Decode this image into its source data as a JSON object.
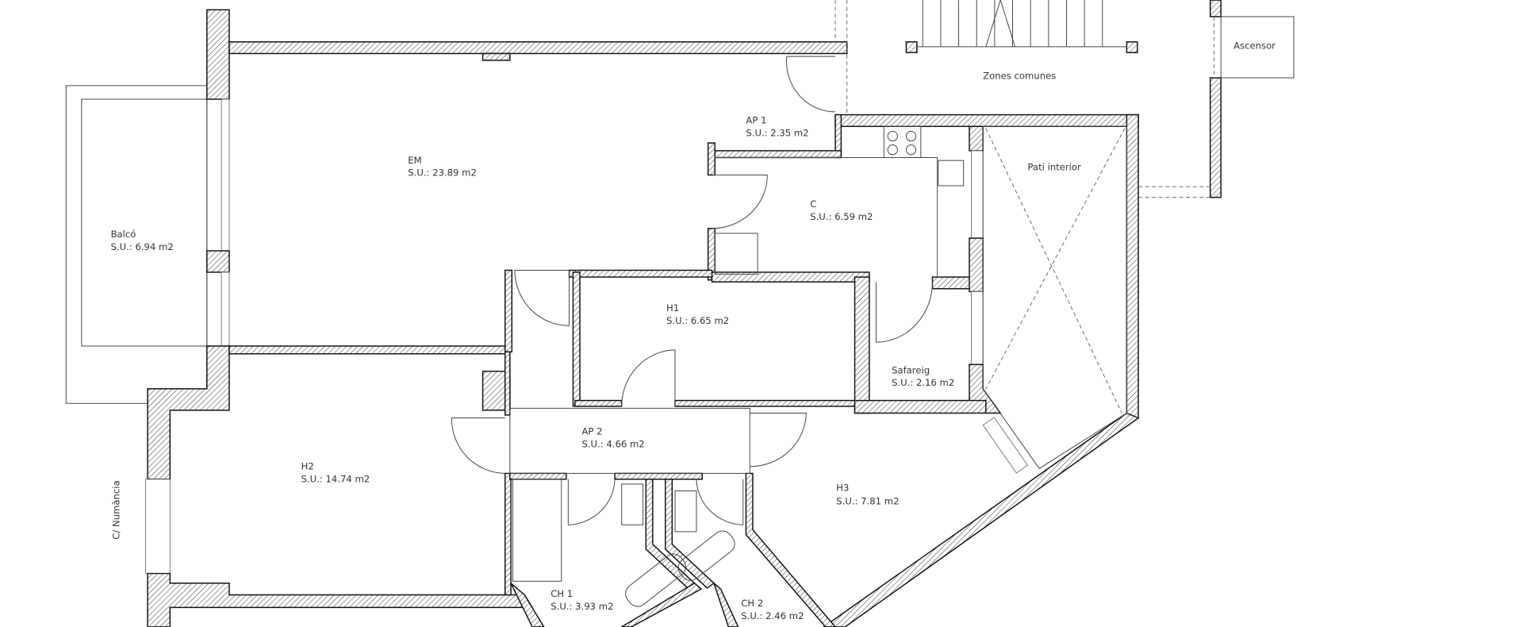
{
  "plan": {
    "rooms": [
      {
        "id": "em",
        "name": "EM",
        "area": "S.U.: 23.89 m2"
      },
      {
        "id": "ap1",
        "name": "AP 1",
        "area": "S.U.: 2.35 m2"
      },
      {
        "id": "c",
        "name": "C",
        "area": "S.U.: 6.59 m2"
      },
      {
        "id": "balco",
        "name": "Balcó",
        "area": "S.U.: 6.94 m2"
      },
      {
        "id": "h1",
        "name": "H1",
        "area": "S.U.: 6.65 m2"
      },
      {
        "id": "safareig",
        "name": "Safareig",
        "area": "S.U.: 2.16 m2"
      },
      {
        "id": "ap2",
        "name": "AP 2",
        "area": "S.U.: 4.66 m2"
      },
      {
        "id": "h2",
        "name": "H2",
        "area": "S.U.: 14.74 m2"
      },
      {
        "id": "h3",
        "name": "H3",
        "area": "S.U.: 7.81 m2"
      },
      {
        "id": "ch1",
        "name": "CH 1",
        "area": "S.U.: 3.93 m2"
      },
      {
        "id": "ch2",
        "name": "CH 2",
        "area": "S.U.: 2.46 m2"
      }
    ],
    "labels": {
      "zones_comunes": "Zones comunes",
      "pati_interior": "Pati interior",
      "ascensor": "Ascensor",
      "street": "C/ Numància"
    }
  }
}
